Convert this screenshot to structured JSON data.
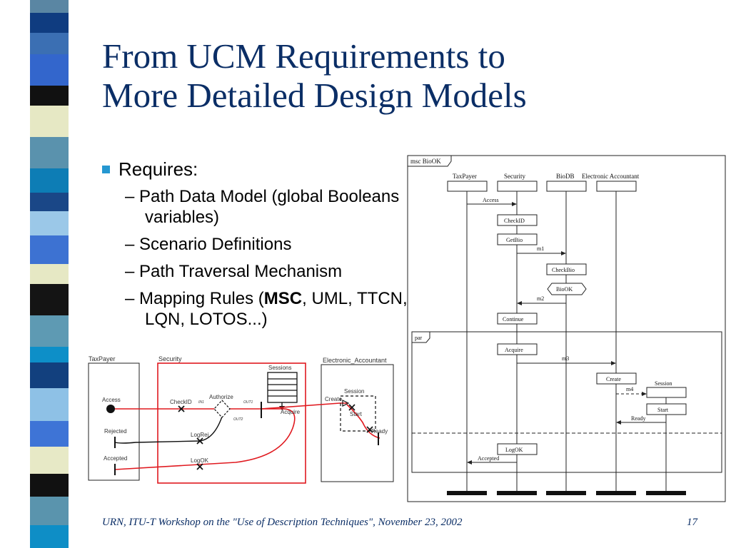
{
  "slide": {
    "title_line1": "From UCM Requirements to",
    "title_line2": "More Detailed Design Models",
    "bullet": "Requires:",
    "sub1": "– Path Data Model (global Booleans variables)",
    "sub2": "– Scenario Definitions",
    "sub3": "– Path Traversal Mechanism",
    "sub4_a": "– Mapping Rules (",
    "sub4_b": "MSC",
    "sub4_c": ", UML, TTCN, LQN, LOTOS...)",
    "footer": "URN, ITU-T Workshop on the \"Use of Description Techniques\", November 23, 2002",
    "page": "17"
  },
  "ucm": {
    "taxpayer": "TaxPayer",
    "security": "Security",
    "accountant": "Electronic_Accountant",
    "access": "Access",
    "rejected": "Rejected",
    "accepted": "Accepted",
    "checkid": "CheckID",
    "in1": "IN1",
    "authorize": "Authorize",
    "out1": "OUT1",
    "out2": "OUT2",
    "sessions": "Sessions",
    "acquire": "Acquire",
    "logrej": "LogRej",
    "logok": "LogOK",
    "session": "Session",
    "create": "Create",
    "start": "Start",
    "ready": "Ready"
  },
  "msc": {
    "name": "msc BioOK",
    "taxpayer": "TaxPayer",
    "security": "Security",
    "biodb": "BioDB",
    "accountant": "Electronic Accountant",
    "access": "Access",
    "checkid": "CheckID",
    "getbio": "GetBio",
    "m1": "m1",
    "checkbio": "CheckBio",
    "biook": "BioOK",
    "m2": "m2",
    "continue": "Continue",
    "par": "par",
    "acquire": "Acquire",
    "m3": "m3",
    "create": "Create",
    "session": "Session",
    "m4": "m4",
    "start": "Start",
    "ready": "Ready",
    "logok": "LogOK",
    "accepted": "Accepted"
  },
  "colors": {
    "title": "#0b2e66",
    "bullet": "#2597d1",
    "path": "#e0191f"
  }
}
